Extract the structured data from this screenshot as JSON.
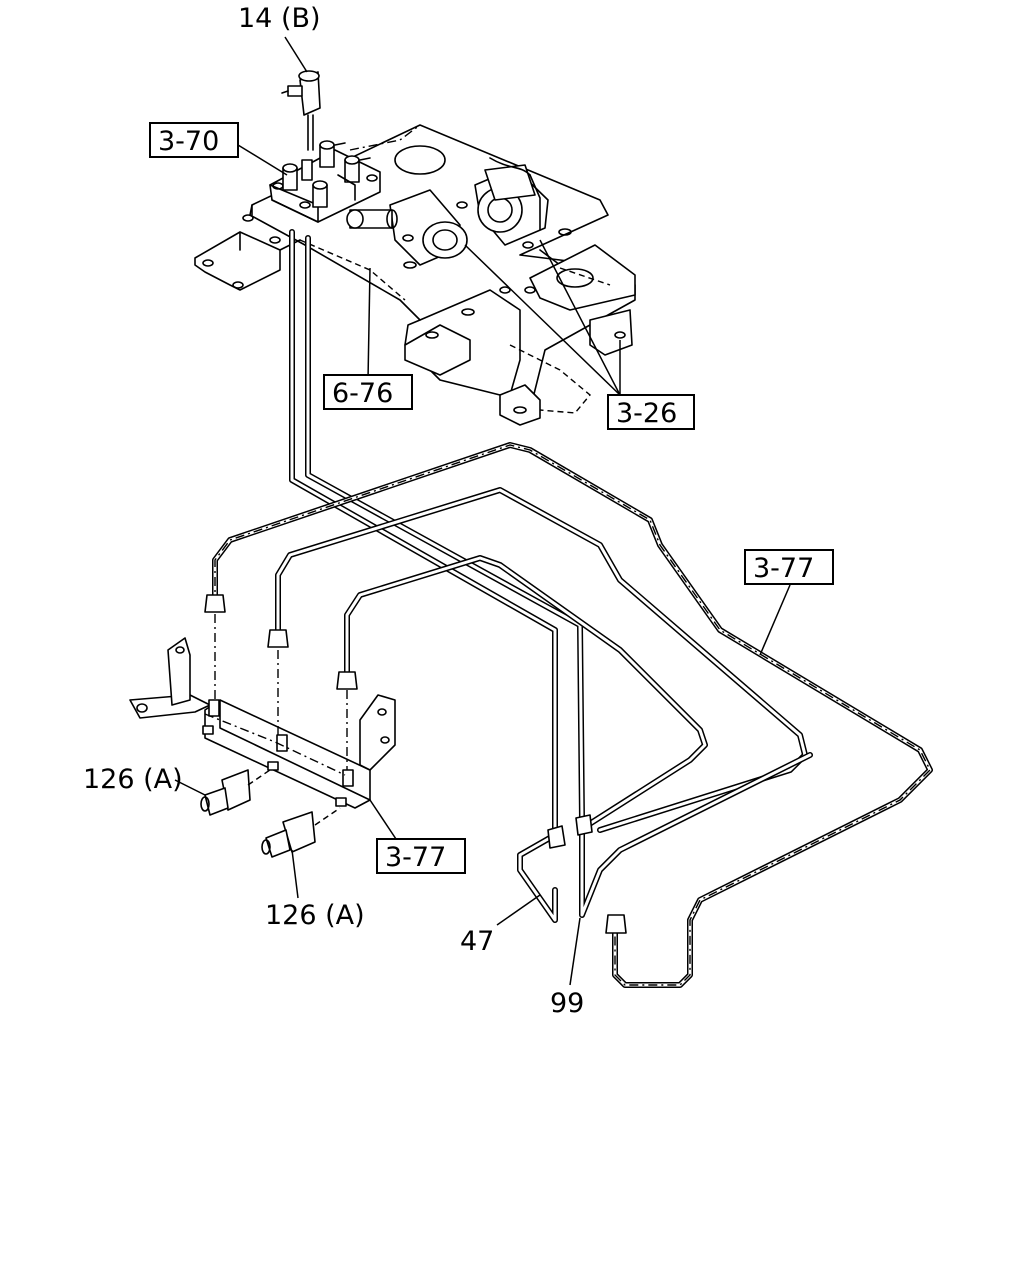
{
  "labels": {
    "part_14b": "14 (B)",
    "ref_3_70": "3-70",
    "ref_6_76": "6-76",
    "ref_3_26": "3-26",
    "ref_3_77_right": "3-77",
    "ref_3_77_bottom": "3-77",
    "part_126a_left": "126 (A)",
    "part_126a_bottom": "126 (A)",
    "part_47": "47",
    "part_99": "99"
  }
}
